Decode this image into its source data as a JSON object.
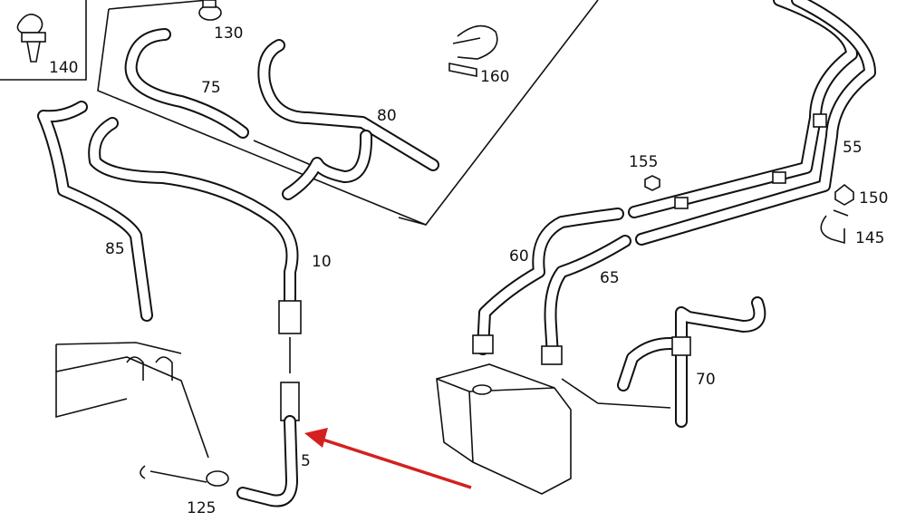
{
  "diagram": {
    "callouts": [
      {
        "id": "p140",
        "label": "140"
      },
      {
        "id": "p130",
        "label": "130"
      },
      {
        "id": "p75",
        "label": "75"
      },
      {
        "id": "p80",
        "label": "80"
      },
      {
        "id": "p160",
        "label": "160"
      },
      {
        "id": "p85",
        "label": "85"
      },
      {
        "id": "p10",
        "label": "10"
      },
      {
        "id": "p155",
        "label": "155"
      },
      {
        "id": "p55",
        "label": "55"
      },
      {
        "id": "p150",
        "label": "150"
      },
      {
        "id": "p145",
        "label": "145"
      },
      {
        "id": "p60",
        "label": "60"
      },
      {
        "id": "p65",
        "label": "65"
      },
      {
        "id": "p70",
        "label": "70"
      },
      {
        "id": "p5",
        "label": "5"
      },
      {
        "id": "p125",
        "label": "125"
      }
    ],
    "highlight": {
      "target": "5",
      "arrow_color": "#d42020"
    }
  }
}
